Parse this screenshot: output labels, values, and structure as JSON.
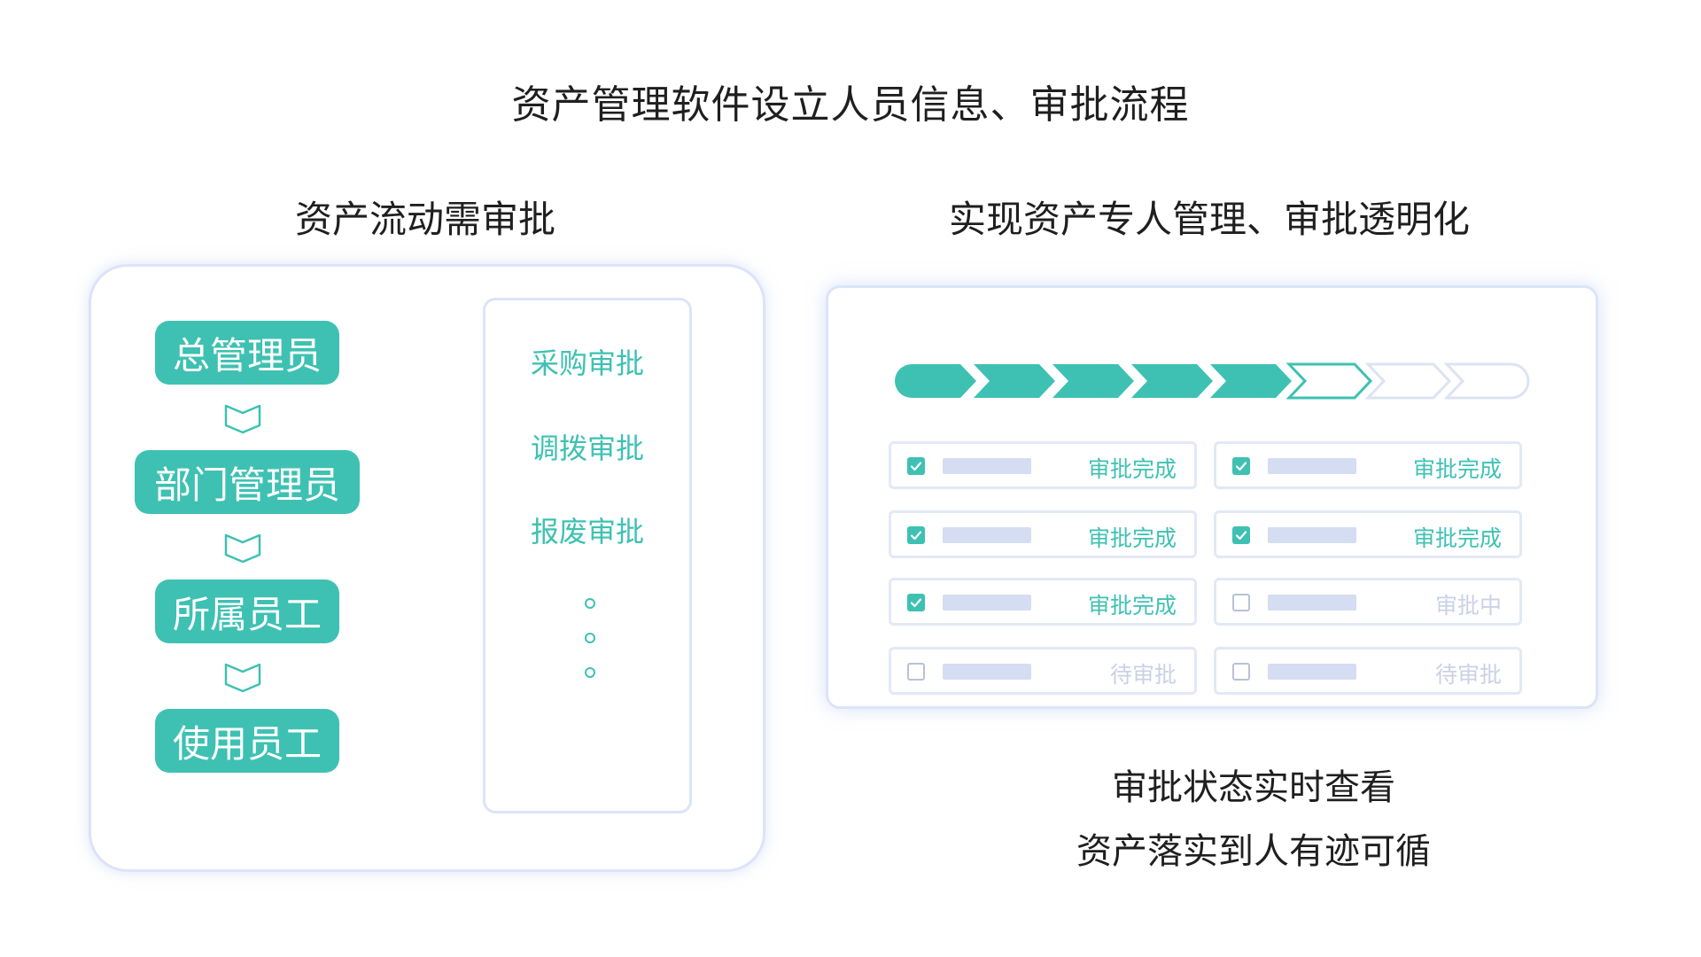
{
  "title": "资产管理软件设立人员信息、审批流程",
  "left": {
    "heading": "资产流动需审批",
    "roles": [
      "总管理员",
      "部门管理员",
      "所属员工",
      "使用员工"
    ],
    "approvals": [
      "采购审批",
      "调拨审批",
      "报废审批"
    ]
  },
  "right": {
    "heading": "实现资产专人管理、审批透明化",
    "progress": {
      "total_steps": 8,
      "completed_steps": 5,
      "current_step": 6
    },
    "rows": [
      {
        "checked": true,
        "status": "审批完成",
        "state": "done"
      },
      {
        "checked": true,
        "status": "审批完成",
        "state": "done"
      },
      {
        "checked": true,
        "status": "审批完成",
        "state": "done"
      },
      {
        "checked": true,
        "status": "审批完成",
        "state": "done"
      },
      {
        "checked": true,
        "status": "审批完成",
        "state": "done"
      },
      {
        "checked": false,
        "status": "审批中",
        "state": "pending"
      },
      {
        "checked": false,
        "status": "待审批",
        "state": "pending"
      },
      {
        "checked": false,
        "status": "待审批",
        "state": "pending"
      }
    ],
    "caption_lines": [
      "审批状态实时查看",
      "资产落实到人有迹可循"
    ]
  },
  "colors": {
    "accent": "#3ec1b2",
    "border": "#dbe4f8",
    "placeholder_bar": "#d4ddf1",
    "muted": "#c9d1e6"
  }
}
